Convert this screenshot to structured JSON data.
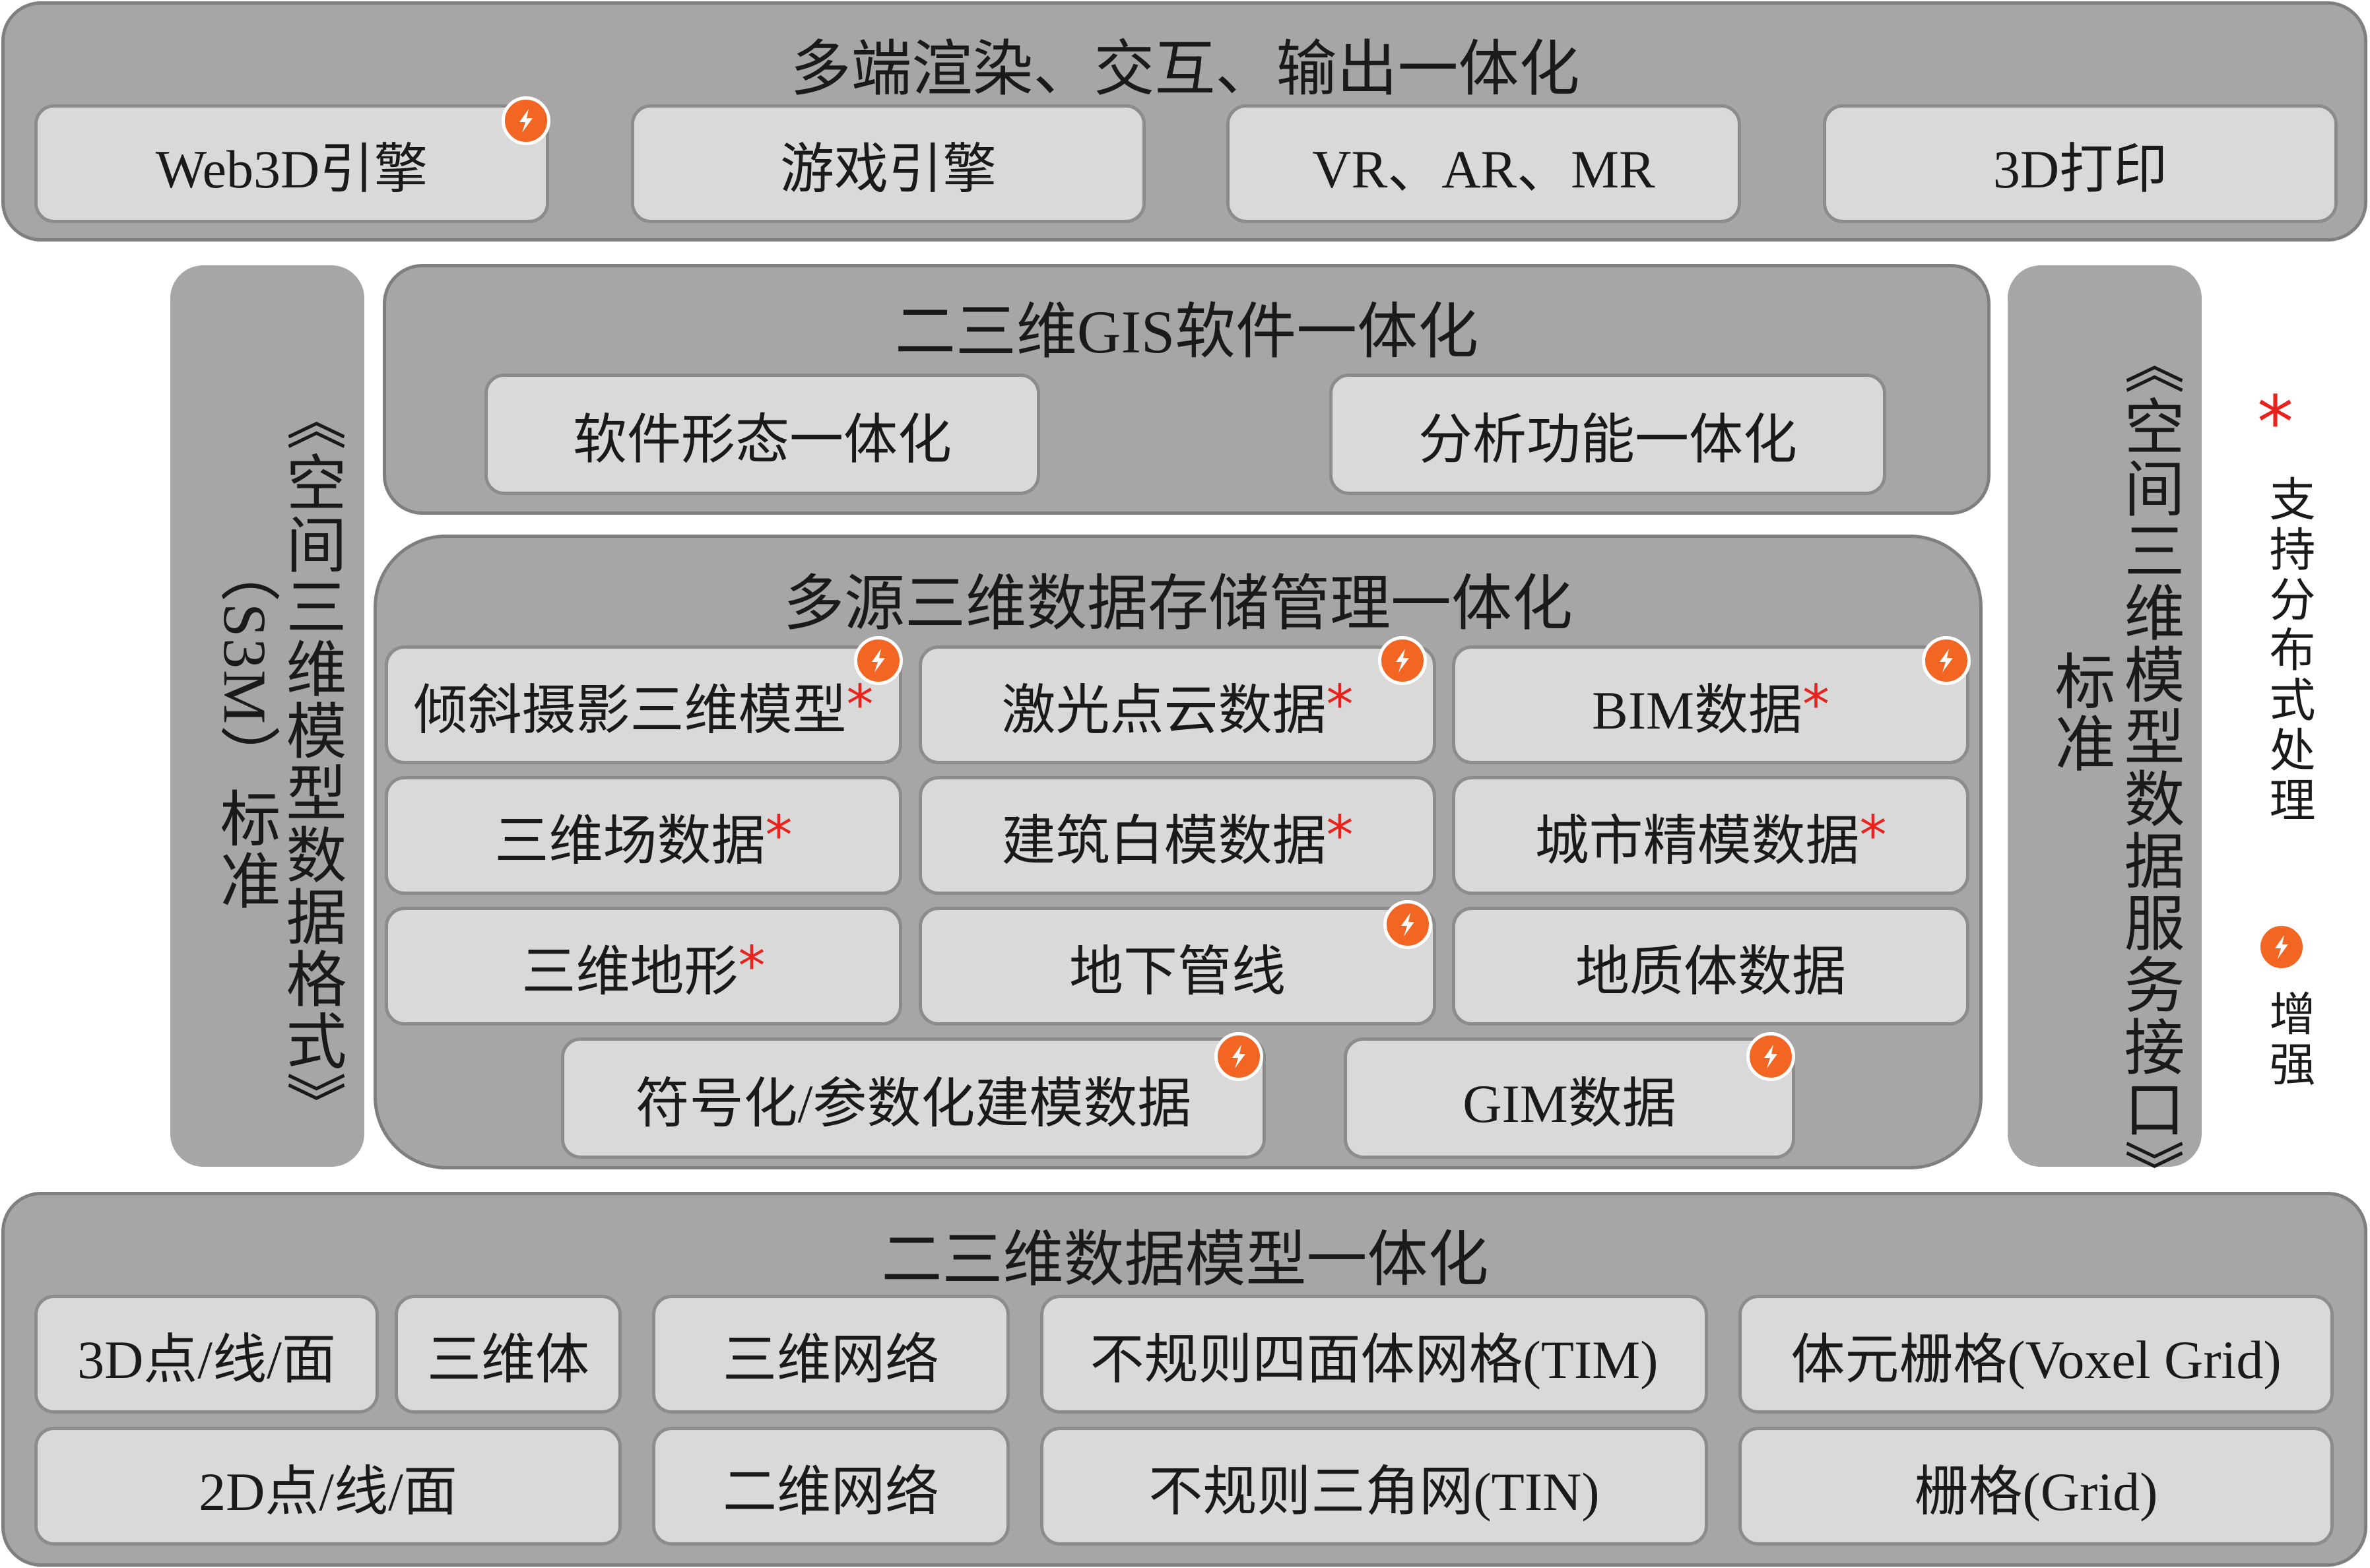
{
  "top": {
    "title": "多端渲染、交互、输出一体化",
    "items": [
      "Web3D引擎",
      "游戏引擎",
      "VR、AR、MR",
      "3D打印"
    ]
  },
  "gis": {
    "title": "二三维GIS软件一体化",
    "items": [
      "软件形态一体化",
      "分析功能一体化"
    ]
  },
  "storage": {
    "title": "多源三维数据存储管理一体化",
    "items": [
      "倾斜摄影三维模型",
      "激光点云数据",
      "BIM数据",
      "三维场数据",
      "建筑白模数据",
      "城市精模数据",
      "三维地形",
      "地下管线",
      "地质体数据",
      "符号化/参数化建模数据",
      "GIM数据"
    ]
  },
  "model": {
    "title": "二三维数据模型一体化",
    "items": [
      "3D点/线/面",
      "三维体",
      "三维网络",
      "不规则四面体网格(TIM)",
      "体元栅格(Voxel Grid)",
      "2D点/线/面",
      "二维网络",
      "不规则三角网(TIN)",
      "栅格(Grid)"
    ]
  },
  "left_column": {
    "line1": "《空间三维模型数据格式》",
    "line2": "（S3M）标准"
  },
  "right_column": {
    "line1": "《空间三维模型数据服务接口》",
    "line2": "标准"
  },
  "legend": {
    "star_symbol": "*",
    "star_label": "支持分布式处理",
    "badge_label": "增强"
  },
  "colors": {
    "layer": "#a6a6a6",
    "box": "#d9d9d9",
    "star": "#e8231e",
    "badge": "#f26522"
  }
}
